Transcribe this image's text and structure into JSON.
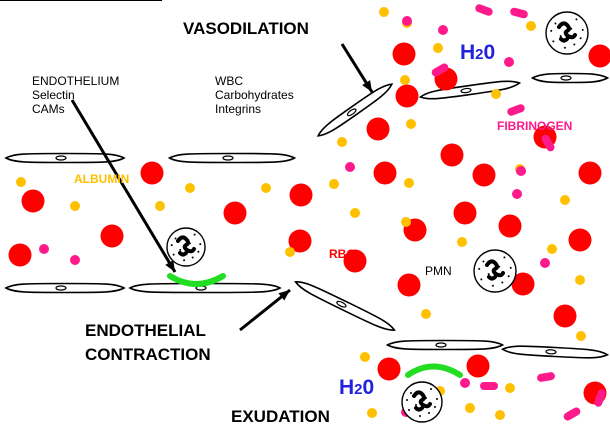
{
  "colors": {
    "rbc": "#ff0000",
    "albumin": "#ffc000",
    "fibrinogen": "#ff1a8c",
    "h2o": "#2222dd",
    "selectin_binding": "#22dd22",
    "cell_outline": "#000000",
    "cell_fill": "#ffffff"
  },
  "labels": {
    "vasodilation": "VASODILATION",
    "endothelium_title": "ENDOTHELIUM",
    "endothelium_items": [
      "Selectin",
      "CAMs"
    ],
    "wbc_title": "WBC",
    "wbc_items": [
      "Carbohydrates",
      "Integrins"
    ],
    "albumin": "ALBUMIN",
    "fibrinogen": "FIBRINOGEN",
    "rbc": "RBC",
    "pmn": "PMN",
    "endothelial_contraction_line1": "ENDOTHELIAL",
    "endothelial_contraction_line2": "CONTRACTION",
    "exudation": "EXUDATION",
    "h2o_top": "H",
    "h2o_sub": "2",
    "h2o_tail": "0"
  },
  "icons": [
    "red-blood-cell-icon",
    "albumin-dot-icon",
    "fibrinogen-rod-icon",
    "pmn-neutrophil-icon",
    "endothelial-cell-icon",
    "arrow-icon"
  ]
}
